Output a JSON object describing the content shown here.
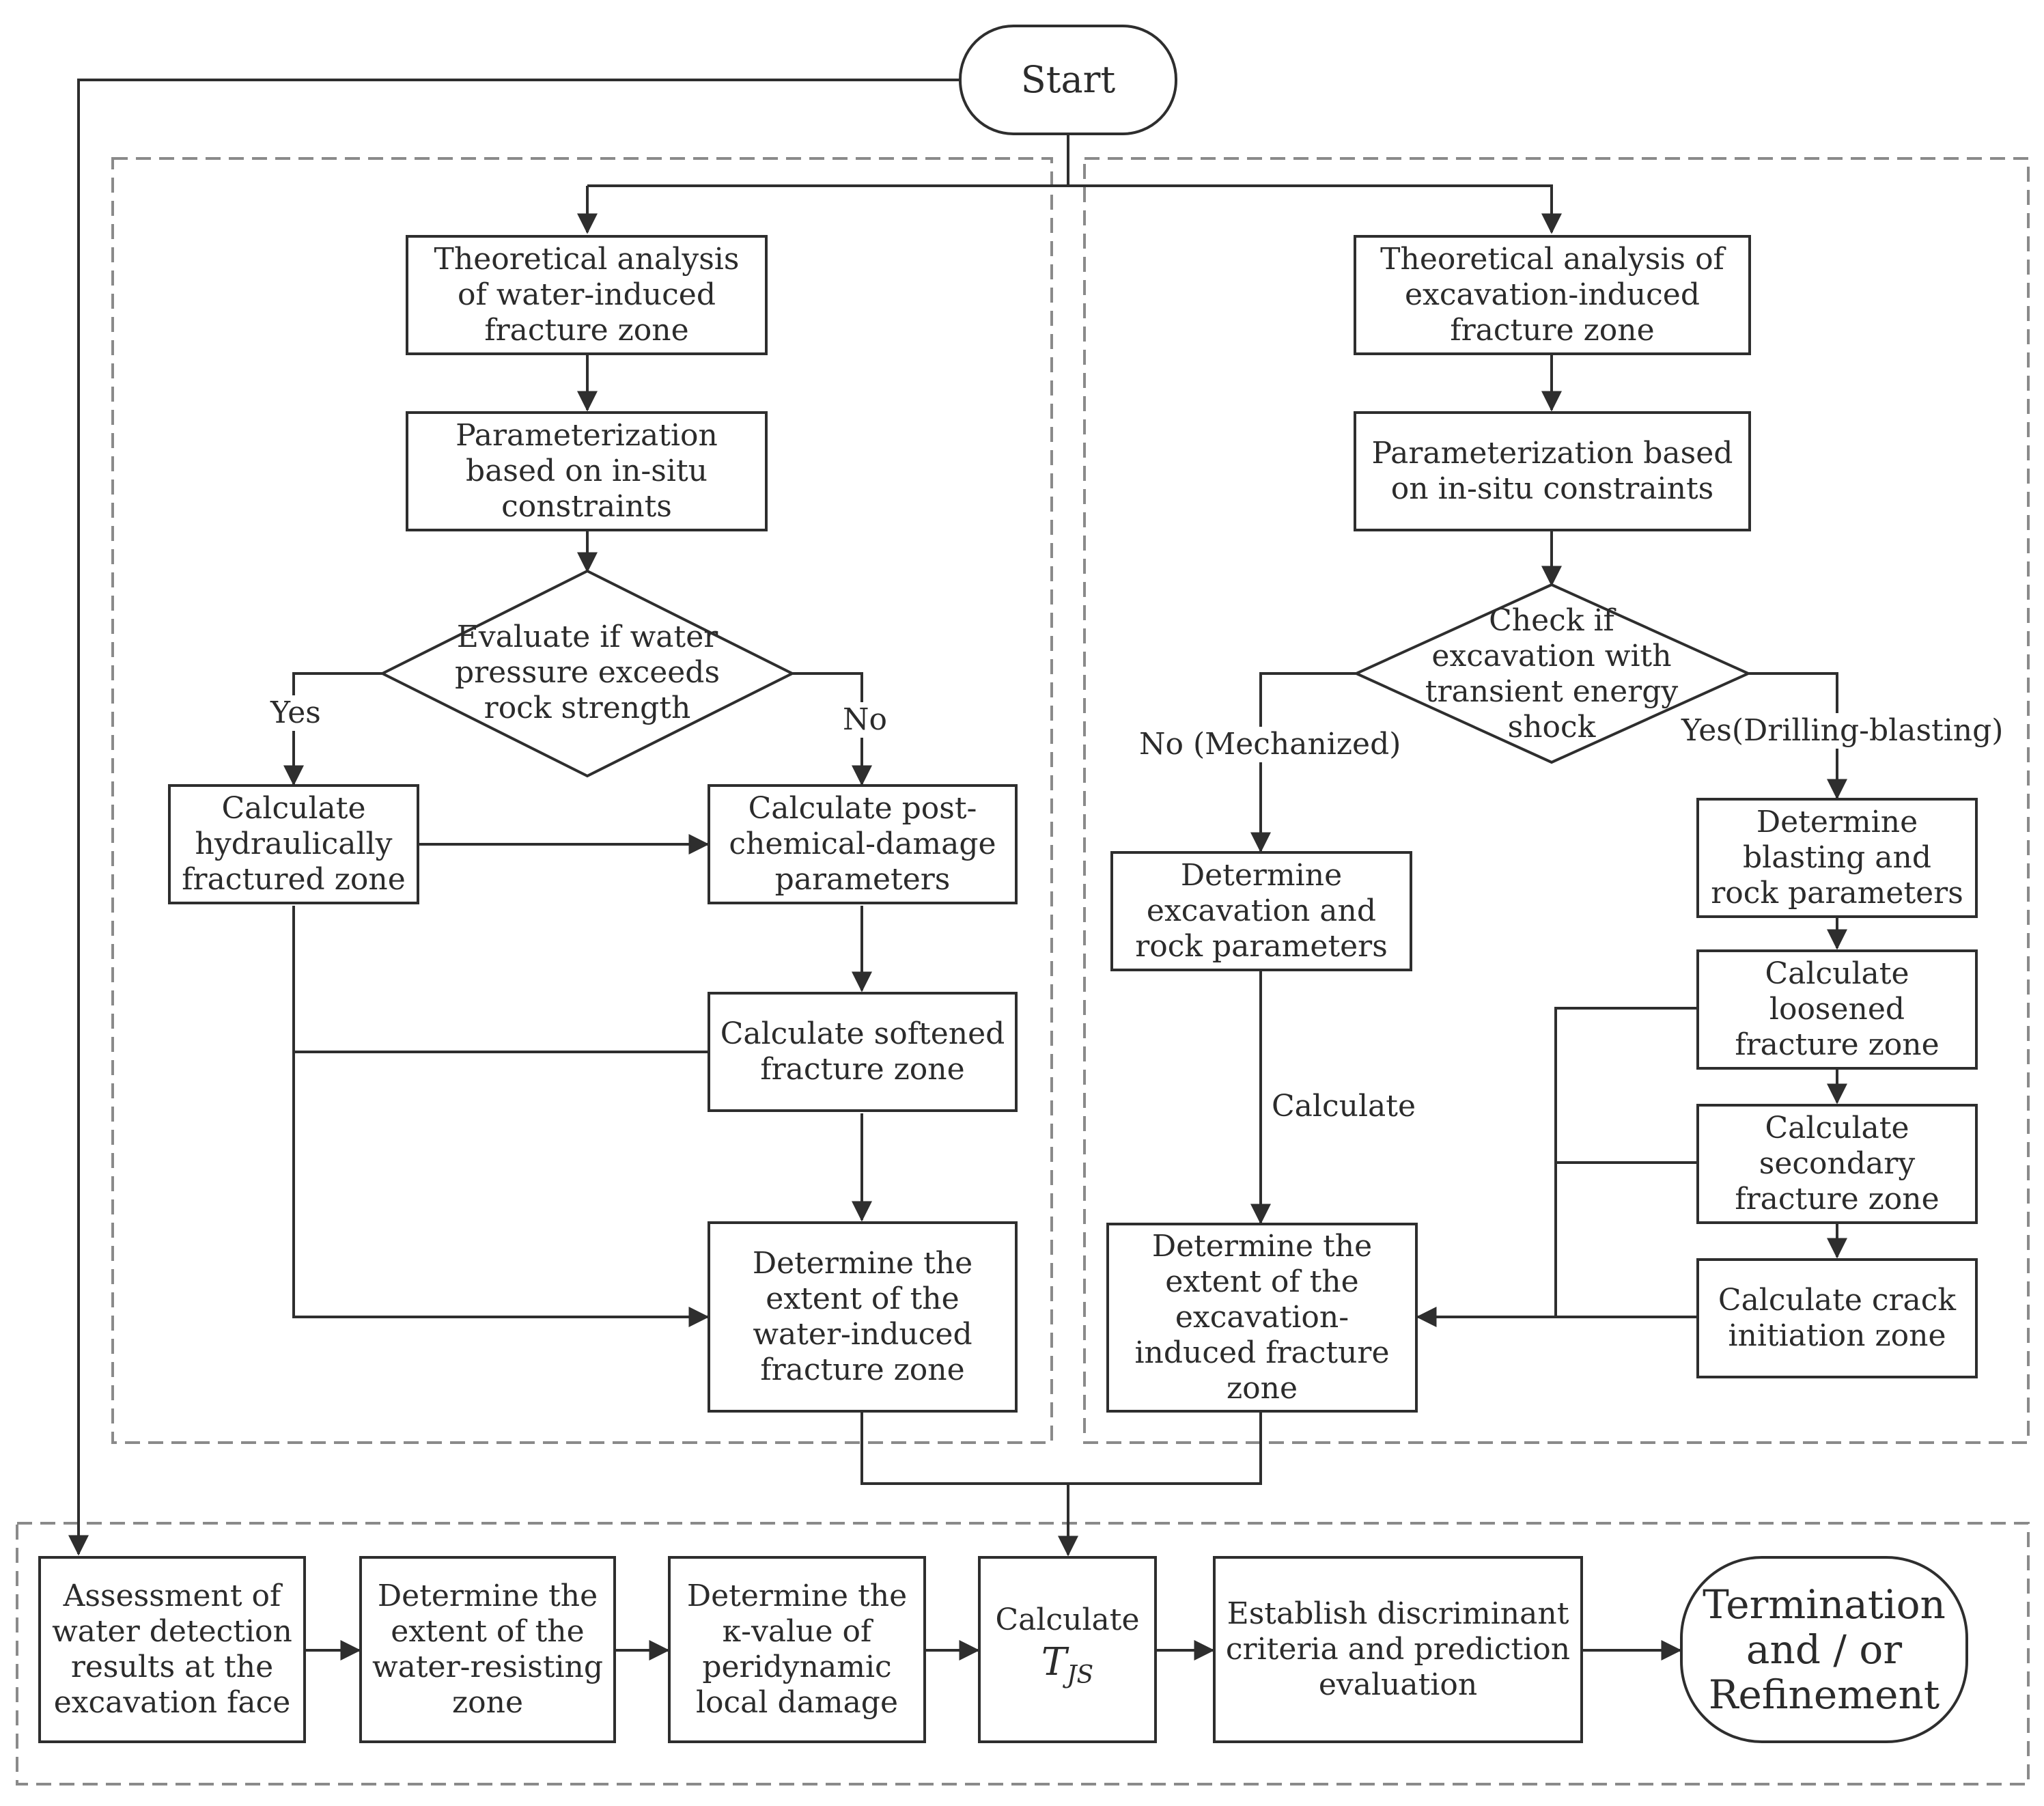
{
  "nodes": {
    "start": "Start",
    "w1": "Theoretical analysis\nof water-induced\nfracture zone",
    "w2": "Parameterization\nbased on in-situ\nconstraints",
    "w_dec": "Evaluate if water\npressure exceeds\nrock strength",
    "w_yes": "Yes",
    "w_no": "No",
    "w_hyd": "Calculate\nhydraulically\nfractured zone",
    "w_chem": "Calculate post-\nchemical-damage\nparameters",
    "w_soft": "Calculate softened\nfracture zone",
    "w_ext": "Determine the\nextent of the\nwater-induced\nfracture zone",
    "e1": "Theoretical analysis of\nexcavation-induced\nfracture zone",
    "e2": "Parameterization based\non in-situ constraints",
    "e_dec": "Check if\nexcavation with\ntransient energy\nshock",
    "e_no": "No (Mechanized)",
    "e_yes": "Yes(Drilling-blasting)",
    "e_mech": "Determine\nexcavation and\nrock parameters",
    "e_calc": "Calculate",
    "e_blast": "Determine\nblasting and\nrock parameters",
    "e_loose": "Calculate\nloosened\nfracture zone",
    "e_sec": "Calculate\nsecondary\nfracture zone",
    "e_crack": "Calculate crack\ninitiation zone",
    "e_ext": "Determine the\nextent of the\nexcavation-\ninduced fracture\nzone",
    "b1": "Assessment of\nwater detection\nresults at the\nexcavation face",
    "b2": "Determine the\nextent of the\nwater-resisting\nzone",
    "b3": "Determine the\nκ-value of\nperidynamic\nlocal damage",
    "b4_label": "Calculate",
    "b4_symbol": "T",
    "b4_sub": "JS",
    "b5": "Establish discriminant\ncriteria and prediction\nevaluation",
    "b6": "Termination\nand / or\nRefinement"
  }
}
